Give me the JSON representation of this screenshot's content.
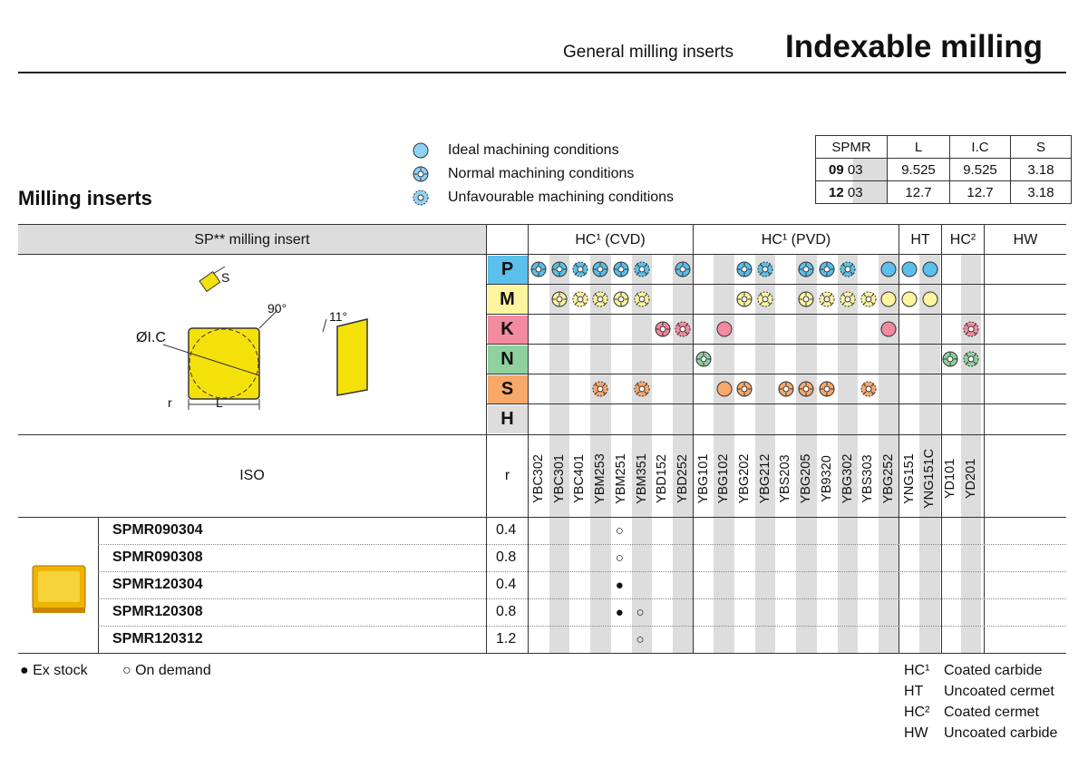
{
  "header": {
    "subtitle": "General milling inserts",
    "title": "Indexable milling"
  },
  "section_title": "Milling inserts",
  "legend": [
    {
      "label": "Ideal machining conditions",
      "icon": "ideal-circle-icon"
    },
    {
      "label": "Normal machining conditions",
      "icon": "normal-flower-icon"
    },
    {
      "label": "Unfavourable machining conditions",
      "icon": "unfavourable-gear-icon"
    }
  ],
  "dimensions": {
    "headers": [
      "SPMR",
      "L",
      "I.C",
      "S"
    ],
    "rows": [
      {
        "size": "09",
        "suffix": "03",
        "L": "9.525",
        "IC": "9.525",
        "S": "3.18"
      },
      {
        "size": "12",
        "suffix": "03",
        "L": "12.7",
        "IC": "12.7",
        "S": "3.18"
      }
    ]
  },
  "table": {
    "insert_header": "SP** milling insert",
    "groups": [
      {
        "label": "HC¹ (CVD)"
      },
      {
        "label": "HC¹ (PVD)"
      },
      {
        "label": "HT"
      },
      {
        "label": "HC²"
      },
      {
        "label": "HW"
      }
    ],
    "materials": [
      {
        "code": "P",
        "color": "#5bc0eb"
      },
      {
        "code": "M",
        "color": "#fff5a0"
      },
      {
        "code": "K",
        "color": "#f28aa0"
      },
      {
        "code": "N",
        "color": "#8fd19e"
      },
      {
        "code": "S",
        "color": "#f7a86b"
      },
      {
        "code": "H",
        "color": "#dddddd"
      }
    ],
    "diagram_labels": {
      "s": "S",
      "angle1": "90°",
      "angle2": "11°",
      "ic": "ØI.C",
      "r": "r",
      "l": "L"
    },
    "iso_label": "ISO",
    "r_label": "r",
    "grades": [
      "YBC302",
      "YBC301",
      "YBC401",
      "YBM253",
      "YBM251",
      "YBM351",
      "YBD152",
      "YBD252",
      "YBG101",
      "YBG102",
      "YBG202",
      "YBG212",
      "YBS203",
      "YBG205",
      "YB9320",
      "YBG302",
      "YBS303",
      "YBG252",
      "YNG151",
      "YNG151C",
      "YD101",
      "YD201"
    ],
    "products": [
      {
        "code": "SPMR090304",
        "r": "0.4",
        "marks": {
          "YBM251": "○"
        }
      },
      {
        "code": "SPMR090308",
        "r": "0.8",
        "marks": {
          "YBM251": "○"
        }
      },
      {
        "code": "SPMR120304",
        "r": "0.4",
        "marks": {
          "YBM251": "●"
        }
      },
      {
        "code": "SPMR120308",
        "r": "0.8",
        "marks": {
          "YBM251": "●",
          "YBM351": "○"
        }
      },
      {
        "code": "SPMR120312",
        "r": "1.2",
        "marks": {
          "YBM351": "○"
        }
      }
    ]
  },
  "footer": {
    "ex_stock": "● Ex stock",
    "on_demand": "○ On demand"
  },
  "key": [
    {
      "code": "HC¹",
      "label": "Coated carbide"
    },
    {
      "code": "HT",
      "label": "Uncoated cermet"
    },
    {
      "code": "HC²",
      "label": "Coated cermet"
    },
    {
      "code": "HW",
      "label": "Uncoated carbide"
    }
  ],
  "suitability": {
    "P": {
      "YBC302": "normal",
      "YBC301": "normal",
      "YBC401": "unfav",
      "YBM253": "normal",
      "YBM251": "normal",
      "YBM351": "unfav",
      "YBD252": "normal",
      "YBG202": "normal",
      "YBG212": "unfav",
      "YBG205": "normal",
      "YB9320": "normal",
      "YBG302": "unfav",
      "YBG252": "ideal",
      "YNG151": "ideal",
      "YNG151C": "ideal"
    },
    "M": {
      "YBC301": "normal",
      "YBC401": "unfav",
      "YBM253": "unfav",
      "YBM251": "normal",
      "YBM351": "unfav",
      "YBG202": "normal",
      "YBG212": "unfav",
      "YBG205": "normal",
      "YB9320": "unfav",
      "YBG302": "unfav",
      "YBS303": "unfav",
      "YBG252": "ideal",
      "YNG151": "ideal",
      "YNG151C": "ideal"
    },
    "K": {
      "YBD152": "normal",
      "YBD252": "unfav",
      "YBG102": "ideal",
      "YBG252": "ideal",
      "YD201": "unfav"
    },
    "N": {
      "YBG101": "normal",
      "YD101": "normal",
      "YD201": "unfav"
    },
    "S": {
      "YBM253": "unfav",
      "YBM351": "unfav",
      "YBG102": "ideal",
      "YBG202": "normal",
      "YBS203": "normal",
      "YBG205": "normal",
      "YB9320": "normal",
      "YBS303": "unfav"
    },
    "H": {}
  }
}
